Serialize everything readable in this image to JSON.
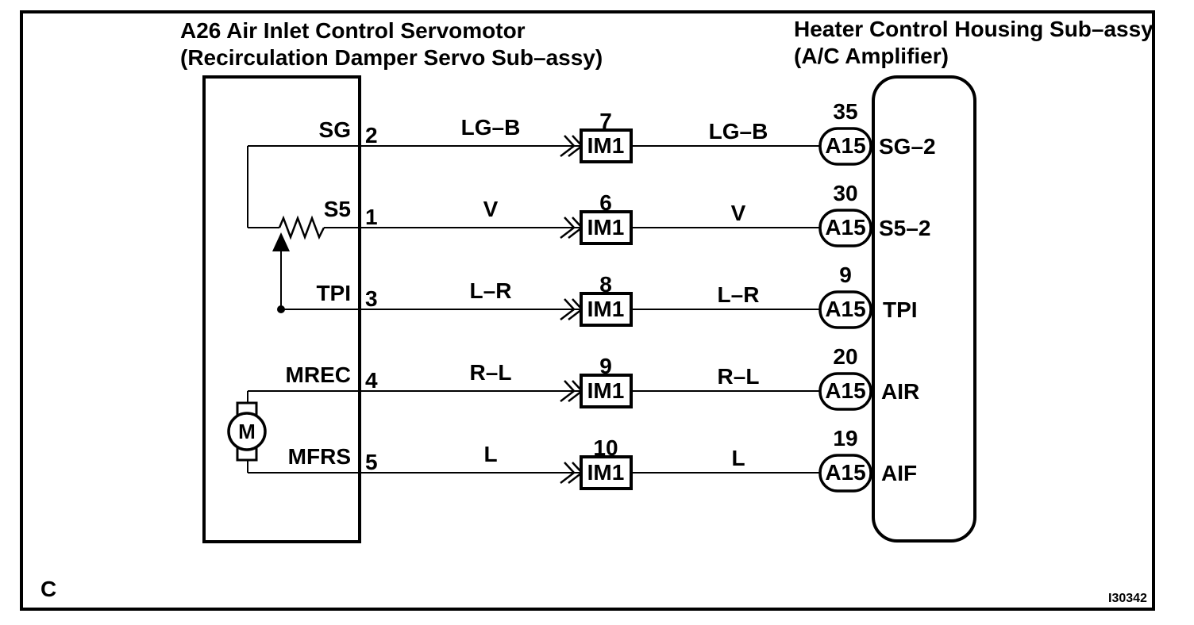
{
  "colors": {
    "ink": "#000000",
    "paper": "#ffffff"
  },
  "page": {
    "corner_label": "C",
    "figure_id": "I30342"
  },
  "left_component": {
    "title_line1": "A26 Air Inlet Control Servomotor",
    "title_line2": "(Recirculation Damper Servo Sub–assy)",
    "motor_label": "M"
  },
  "right_component": {
    "title_line1": "Heater Control Housing Sub–assy",
    "title_line2": "(A/C Amplifier)"
  },
  "rows": [
    {
      "terminal": "SG",
      "pin": "2",
      "wire_color_left": "LG–B",
      "junction_pin": "7",
      "junction": "IM1",
      "wire_color_right": "LG–B",
      "connector_pin": "35",
      "connector": "A15",
      "signal": "SG–2"
    },
    {
      "terminal": "S5",
      "pin": "1",
      "wire_color_left": "V",
      "junction_pin": "6",
      "junction": "IM1",
      "wire_color_right": "V",
      "connector_pin": "30",
      "connector": "A15",
      "signal": "S5–2"
    },
    {
      "terminal": "TPI",
      "pin": "3",
      "wire_color_left": "L–R",
      "junction_pin": "8",
      "junction": "IM1",
      "wire_color_right": "L–R",
      "connector_pin": "9",
      "connector": "A15",
      "signal": "TPI"
    },
    {
      "terminal": "MREC",
      "pin": "4",
      "wire_color_left": "R–L",
      "junction_pin": "9",
      "junction": "IM1",
      "wire_color_right": "R–L",
      "connector_pin": "20",
      "connector": "A15",
      "signal": "AIR"
    },
    {
      "terminal": "MFRS",
      "pin": "5",
      "wire_color_left": "L",
      "junction_pin": "10",
      "junction": "IM1",
      "wire_color_right": "L",
      "connector_pin": "19",
      "connector": "A15",
      "signal": "AIF"
    }
  ]
}
